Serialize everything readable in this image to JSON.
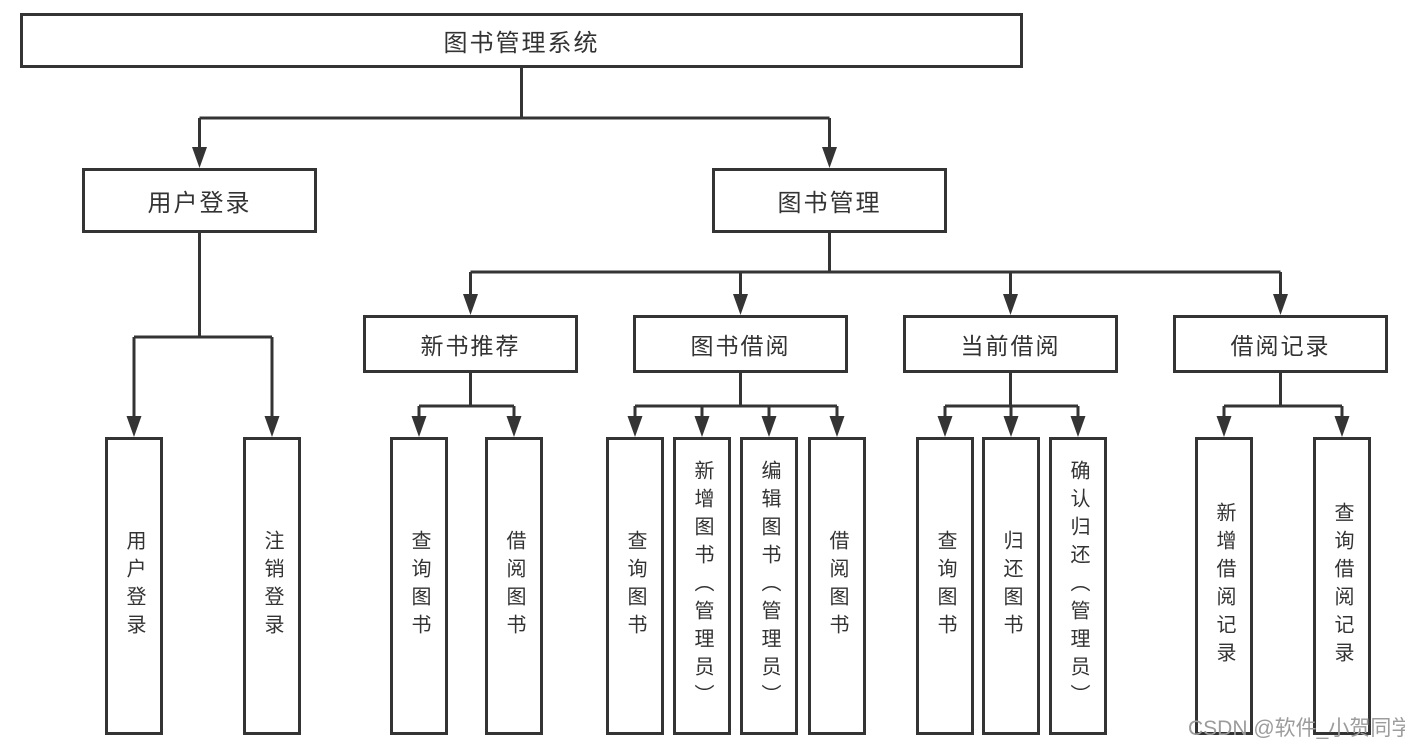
{
  "tree": {
    "label": "图书管理系统",
    "children": [
      {
        "label": "用户登录",
        "children": [
          {
            "label": "用户登录"
          },
          {
            "label": "注销登录"
          }
        ]
      },
      {
        "label": "图书管理",
        "children": [
          {
            "label": "新书推荐",
            "children": [
              {
                "label": "查询图书"
              },
              {
                "label": "借阅图书"
              }
            ]
          },
          {
            "label": "图书借阅",
            "children": [
              {
                "label": "查询图书"
              },
              {
                "label": "新增图书（管理员）"
              },
              {
                "label": "编辑图书（管理员）"
              },
              {
                "label": "借阅图书"
              }
            ]
          },
          {
            "label": "当前借阅",
            "children": [
              {
                "label": "查询图书"
              },
              {
                "label": "归还图书"
              },
              {
                "label": "确认归还（管理员）"
              }
            ]
          },
          {
            "label": "借阅记录",
            "children": [
              {
                "label": "新增借阅记录"
              },
              {
                "label": "查询借阅记录"
              }
            ]
          }
        ]
      }
    ]
  },
  "watermark": {
    "text": "CSDN @软件_小贺同学"
  },
  "colors": {
    "line": "#343434",
    "box_border": "#343434",
    "text": "#333333",
    "watermark": "#9c9c9c",
    "background": "#ffffff"
  }
}
